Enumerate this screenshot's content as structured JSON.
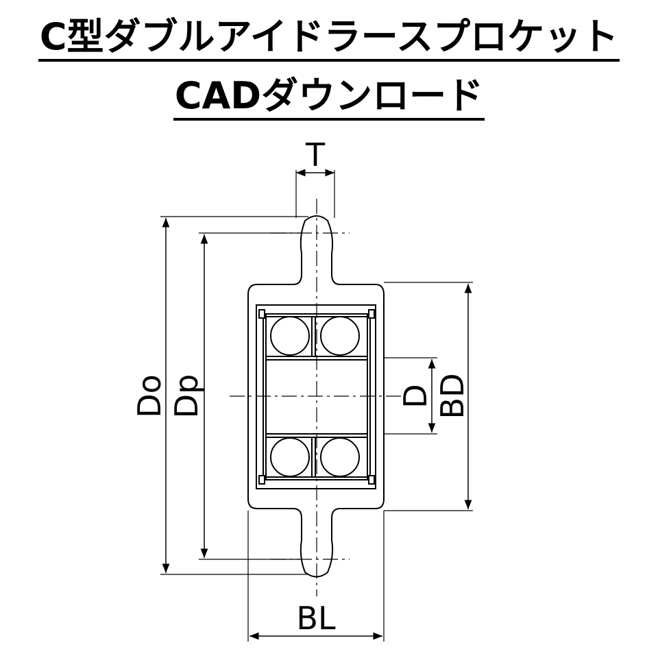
{
  "title": {
    "line1": "C型ダブルアイドラースプロケット",
    "line2": "CADダウンロード"
  },
  "dimensions": {
    "T": "T",
    "Do": "Do",
    "Dp": "Dp",
    "D": "D",
    "BD": "BD",
    "BL": "BL"
  },
  "colors": {
    "line": "#000000",
    "background": "#ffffff"
  }
}
